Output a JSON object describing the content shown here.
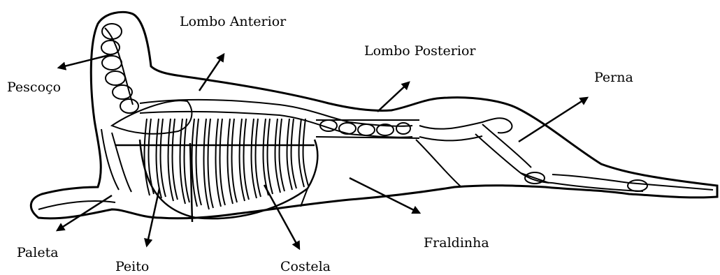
{
  "labels": {
    "lombo_anterior": "Lombo Anterior",
    "lombo_posterior": "Lombo Posterior",
    "pescoco": "Pescoço",
    "perna": "Perna",
    "fraldinha": "Fraldinha",
    "paleta": "Paleta",
    "peito": "Peito",
    "costela": "Costela"
  },
  "colors": {
    "ink": "#000000",
    "background": "#ffffff"
  }
}
